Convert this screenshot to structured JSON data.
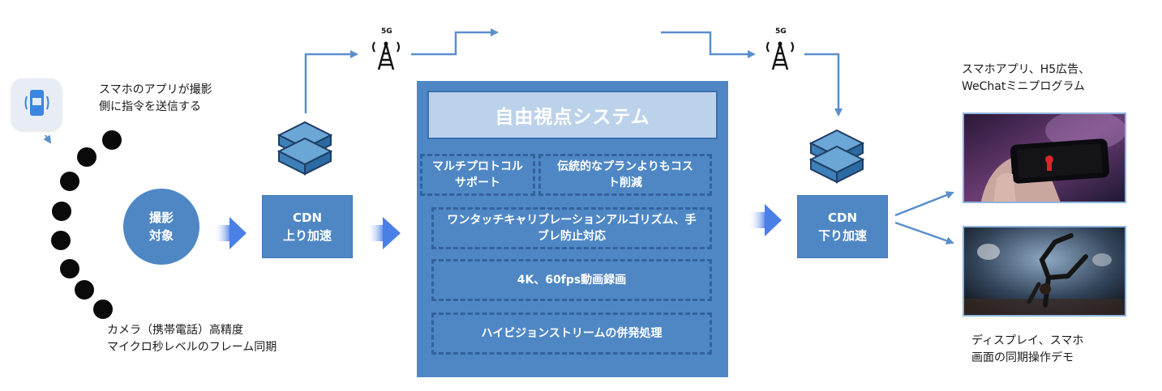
{
  "left": {
    "app_instruction_line1": "スマホのアプリが撮影",
    "app_instruction_line2": "側に指令を送信する",
    "camera_caption_line1": "カメラ（携帯電話）高精度",
    "camera_caption_line2": "マイクロ秒レベルのフレーム同期",
    "subject_line1": "撮影",
    "subject_line2": "対象"
  },
  "cdn_up": {
    "line1": "CDN",
    "line2": "上り加速"
  },
  "cdn_down": {
    "line1": "CDN",
    "line2": "下り加速"
  },
  "tower_label": "5G",
  "system": {
    "title": "自由視点システム",
    "features": [
      {
        "line1": "マルチプロトコル",
        "line2": "サポート"
      },
      {
        "line1": "伝統的なプランよりもコス",
        "line2": "ト削減"
      },
      {
        "line1": "ワンタッチキャリブレーションアルゴリズム、手",
        "line2": "ブレ防止対応"
      },
      {
        "line1": "4K、60fps動画録画"
      },
      {
        "line1": "ハイビジョンストリームの併発処理"
      }
    ]
  },
  "right": {
    "top_caption_line1": "スマホアプリ、H5広告、",
    "top_caption_line2": "WeChatミニプログラム",
    "bottom_caption_line1": "ディスプレイ、スマホ",
    "bottom_caption_line2": "画面の同期操作デモ"
  },
  "colors": {
    "primary": "#4f87c5",
    "border_dark": "#33629c",
    "title_fill": "#bcd2ea",
    "arrow_line": "#5b8fcc"
  }
}
